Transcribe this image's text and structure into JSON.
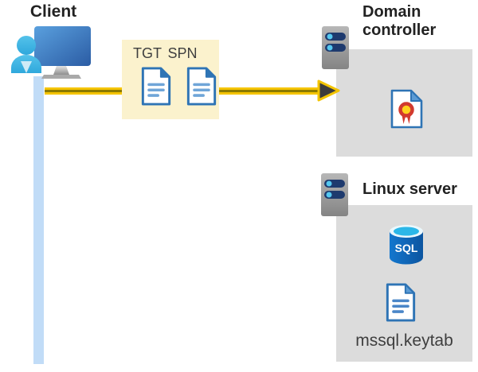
{
  "client": {
    "title": "Client"
  },
  "ticket_box": {
    "tgt_label": "TGT",
    "spn_label": "SPN"
  },
  "domain_controller": {
    "title": "Domain controller"
  },
  "linux_server": {
    "title": "Linux server",
    "database_label": "SQL",
    "keytab_filename": "mssql.keytab"
  },
  "colors": {
    "arrow_yellow": "#F5C400",
    "arrow_core": "#8C7A00",
    "arrowhead_fill": "#3C3C3C",
    "ticket_box_fill": "#FBF2CD",
    "server_box_fill": "#DCDCDC",
    "connection_line_blue": "#C1DCF7",
    "document_blue": "#2E74B5",
    "person_cyan": "#3FB8E4",
    "sql_body_blue": "#0E63B4",
    "sql_top_cyan": "#2BB7E8",
    "certificate_red": "#D23A2E",
    "certificate_yellow": "#FFD21E",
    "server_slot_navy": "#1E3A6E",
    "heading_text": "#222222",
    "label_text": "#3F3F3F"
  }
}
